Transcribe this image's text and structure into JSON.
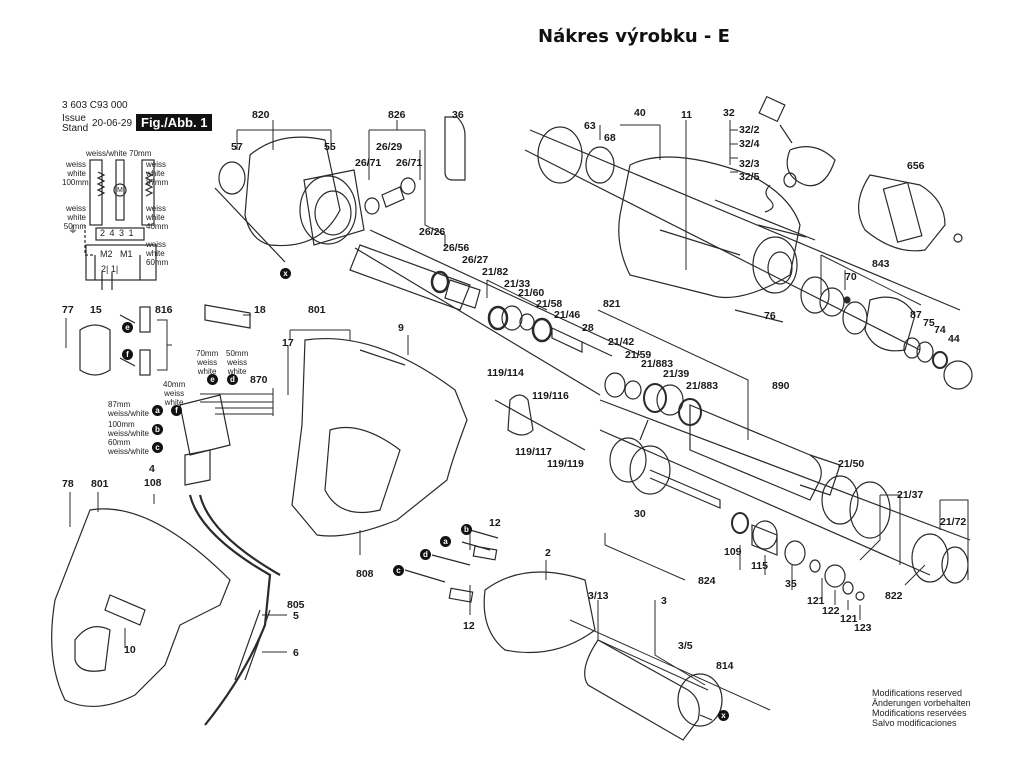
{
  "title": "Nákres výrobku - E",
  "header": {
    "part_number": "3 603 C93 000",
    "issue_label_1": "Issue",
    "issue_label_2": "Stand",
    "issue_date": "20-06-29",
    "figure": "Fig./Abb. 1"
  },
  "wiring": {
    "top": "weiss/white 70mm",
    "left_top": [
      "weiss",
      "white",
      "100mm"
    ],
    "right_top": [
      "weiss",
      "white",
      "87mm"
    ],
    "left_mid": [
      "weiss",
      "white",
      "50mm"
    ],
    "right_mid": [
      "weiss",
      "white",
      "40mm"
    ],
    "right_bot": [
      "weiss",
      "white",
      "60mm"
    ],
    "terminals": "2 4 3 1",
    "motor_left": "M2",
    "motor_right": "M1",
    "bottom": "2| 1|",
    "motor_symbol": "M"
  },
  "switch_wires": {
    "e": [
      "70mm",
      "weiss",
      "white"
    ],
    "d": [
      "50mm",
      "weiss",
      "white"
    ],
    "f": [
      "40mm",
      "weiss",
      "white"
    ],
    "a": [
      "87mm",
      "weiss/white"
    ],
    "b": [
      "100mm",
      "weiss/white"
    ],
    "c": [
      "60mm",
      "weiss/white"
    ]
  },
  "labels": {
    "p820": "820",
    "p57": "57",
    "p55": "55",
    "p826": "826",
    "p26_29": "26/29",
    "p26_71a": "26/71",
    "p26_71b": "26/71",
    "p36": "36",
    "p26_26": "26/26",
    "p26_56": "26/56",
    "p26_27": "26/27",
    "p40": "40",
    "p63": "63",
    "p68": "68",
    "p11": "11",
    "p32": "32",
    "p32_2": "32/2",
    "p32_4": "32/4",
    "p32_3": "32/3",
    "p32_5": "32/5",
    "p656": "656",
    "p843": "843",
    "p70": "70",
    "p87": "87",
    "p75": "75",
    "p74": "74",
    "p44": "44",
    "p76": "76",
    "p21_82": "21/82",
    "p21_33": "21/33",
    "p21_60": "21/60",
    "p21_58": "21/58",
    "p21_46": "21/46",
    "p28": "28",
    "p821": "821",
    "p21_42": "21/42",
    "p21_59": "21/59",
    "p21_883a": "21/883",
    "p21_39": "21/39",
    "p21_883b": "21/883",
    "p890": "890",
    "p77": "77",
    "p15": "15",
    "p816": "816",
    "p18": "18",
    "p801a": "801",
    "p9": "9",
    "p17": "17",
    "p870": "870",
    "p119_114": "119/114",
    "p119_116": "119/116",
    "p119_117": "119/117",
    "p119_119": "119/119",
    "p4": "4",
    "p108": "108",
    "p78": "78",
    "p801b": "801",
    "p808": "808",
    "p12a": "12",
    "p12b": "12",
    "p2": "2",
    "p30": "30",
    "p109": "109",
    "p115": "115",
    "p824": "824",
    "p35": "35",
    "p121a": "121",
    "p122": "122",
    "p121b": "121",
    "p123": "123",
    "p21_50": "21/50",
    "p21_37": "21/37",
    "p21_72": "21/72",
    "p822": "822",
    "p3_13": "3/13",
    "p3": "3",
    "p3_5": "3/5",
    "p814": "814",
    "p805": "805",
    "p5": "5",
    "p6": "6",
    "p10": "10"
  },
  "markers": {
    "a": "a",
    "b": "b",
    "c": "c",
    "d": "d",
    "e": "e",
    "f": "f",
    "x": "x"
  },
  "notes": [
    "Modifications reserved",
    "Änderungen vorbehalten",
    "Modifications reservées",
    "Salvo modificaciones"
  ]
}
